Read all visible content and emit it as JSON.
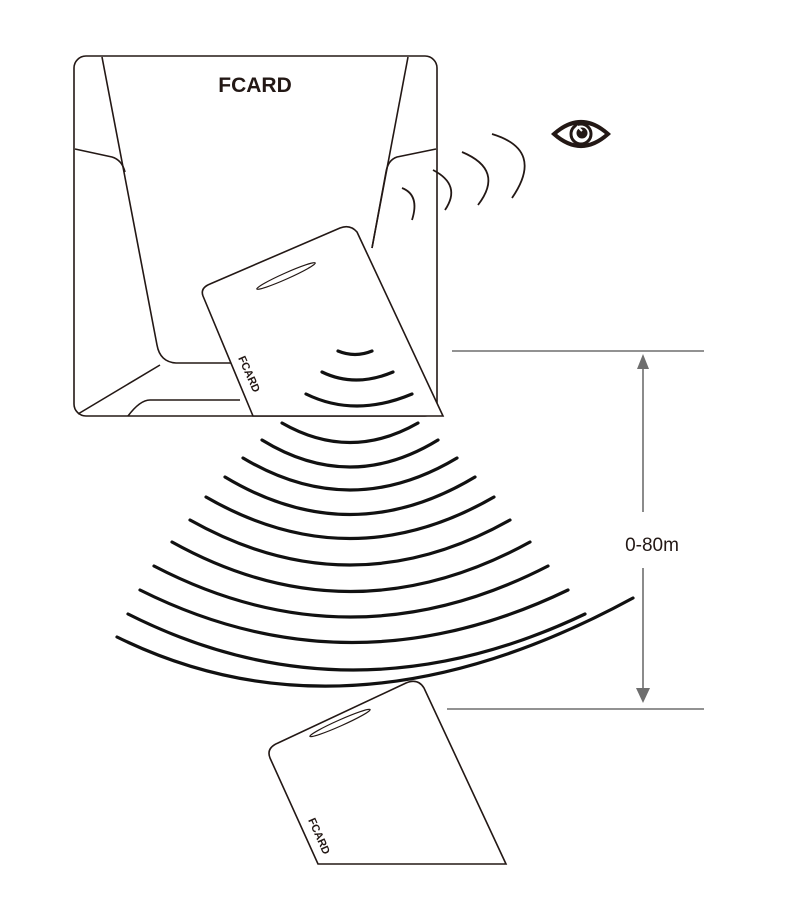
{
  "reader": {
    "brand_label": "FCARD"
  },
  "card_near": {
    "brand_label": "FCARD"
  },
  "card_far": {
    "brand_label": "FCARD"
  },
  "range_indicator": {
    "label": "0-80m"
  },
  "icons": {
    "eye": "eye-icon",
    "signal_waves": "signal-waves-icon"
  },
  "colors": {
    "line": "#231815",
    "dimension_line": "#6e6e6e",
    "background": "#ffffff"
  }
}
